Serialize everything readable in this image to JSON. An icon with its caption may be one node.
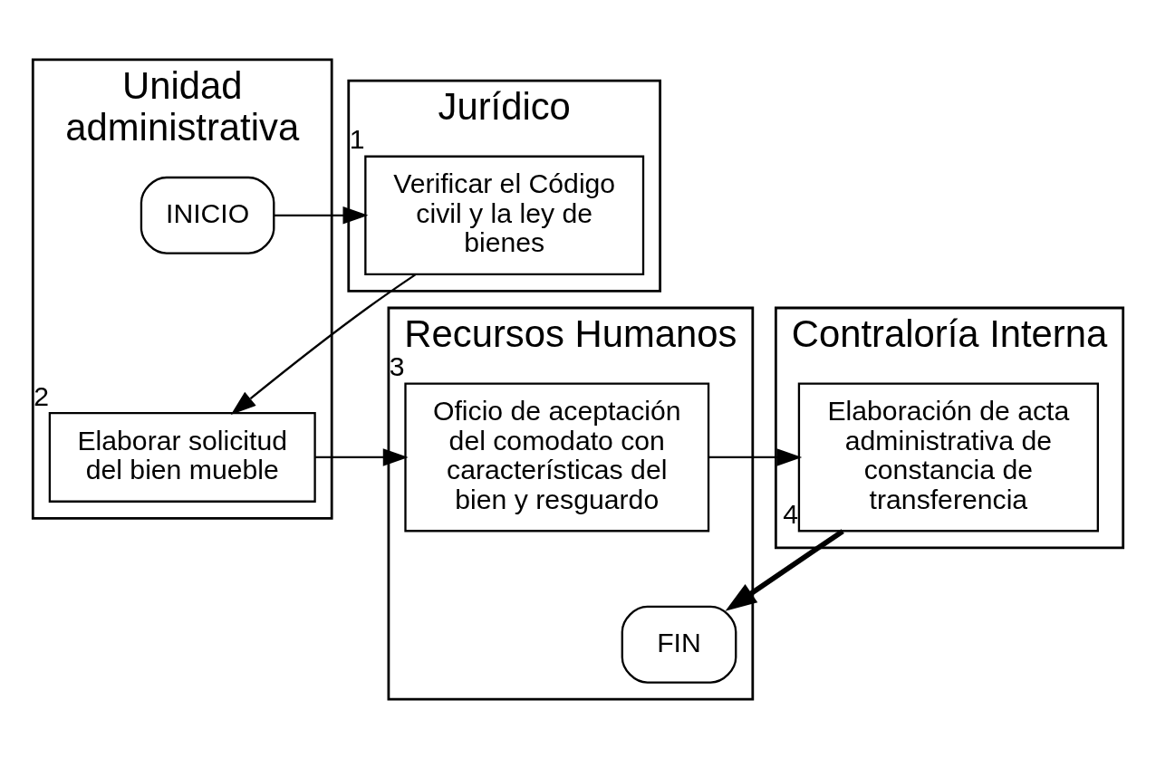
{
  "diagram": {
    "nodes": [
      {
        "text": [
          "Unidad administrativa"
        ]
      },
      {
        "text": [
          "Jurídico"
        ]
      },
      {
        "text": [
          "Recursos Humanos"
        ]
      },
      {
        "text": [
          "Contraloría Interna"
        ]
      },
      {
        "text": [
          "INICIO"
        ],
        "in": 0
      },
      {
        "text": [
          "Verificar el Código civil y la ley de bienes"
        ],
        "in": 1,
        "beside": [
          "1"
        ]
      },
      {
        "text": [
          "Elaborar solicitud del bien mueble"
        ],
        "in": 0,
        "beside": [
          "2"
        ]
      },
      {
        "text": [
          "Oficio de aceptación del comodato con características del bien y resguardo"
        ],
        "in": 2,
        "beside": [
          "3"
        ]
      },
      {
        "text": [
          "Elaboración de acta administrativa de constancia de transferencia"
        ],
        "in": 3,
        "beside": [
          "4"
        ]
      },
      {
        "text": [
          "FIN"
        ],
        "in": 2
      }
    ],
    "edges": [
      {
        "from": 4,
        "to": 5,
        "arrow": "to"
      },
      {
        "from": 5,
        "to": 6,
        "arrow": "to"
      },
      {
        "from": 6,
        "to": 7,
        "arrow": "to"
      },
      {
        "from": 7,
        "to": 8,
        "arrow": "to"
      },
      {
        "from": 8,
        "to": 9,
        "arrow": "to",
        "style": "thick"
      }
    ]
  }
}
